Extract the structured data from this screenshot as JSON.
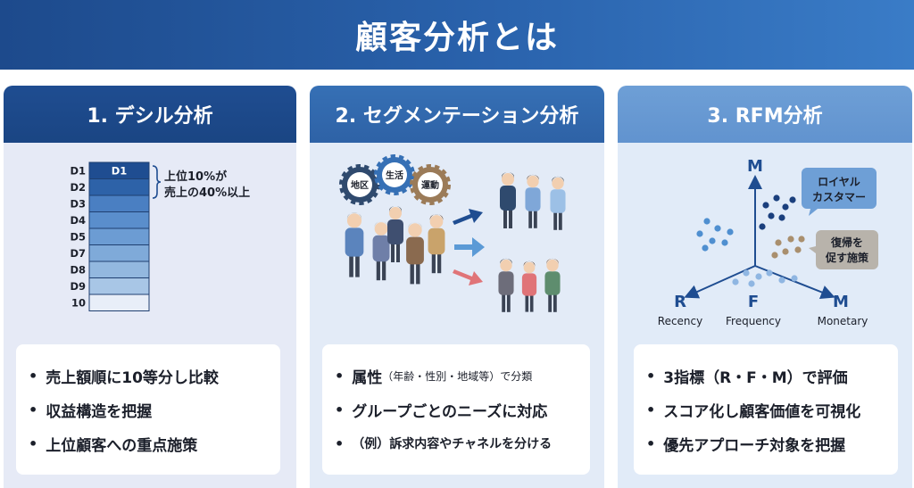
{
  "title": "顧客分析とは",
  "panel1": {
    "title": "1. デシル分析",
    "deciles": [
      "D1",
      "D2",
      "D3",
      "D4",
      "D5",
      "D7",
      "D8",
      "D9",
      "10"
    ],
    "bar_label": "D1",
    "callout_line1": "上位10%が",
    "callout_line2": "売上の40%以上",
    "bullets": [
      "売上額順に10等分し比較",
      "収益構造を把握",
      "上位顧客への重点施策"
    ]
  },
  "panel2": {
    "title": "2. セグメンテーション分析",
    "gears": [
      "地区",
      "生活",
      "運動"
    ],
    "bullet1_main": "属性",
    "bullet1_paren": "（年齢・性別・地域等）",
    "bullet1_tail": "で分類",
    "bullet2": "グループごとのニーズに対応",
    "bullet3": "（例）訴求内容やチャネルを分ける"
  },
  "panel3": {
    "title": "3. RFM分析",
    "axis_m": "M",
    "axis_r": "R",
    "axis_f": "F",
    "axis_m2": "M",
    "label_recency": "Recency",
    "label_frequency": "Frequency",
    "label_monetary": "Monetary",
    "loyal_line1": "ロイヤル",
    "loyal_line2": "カスタマー",
    "return_line1": "復帰を",
    "return_line2": "促す施策",
    "bullets": [
      "3指標（R・F・M）で評価",
      "スコア化し顧客価値を可視化",
      "優先アプローチ対象を把握"
    ]
  },
  "colors": {
    "navy": "#1f4d91",
    "blue": "#3670b5",
    "light_blue": "#6e9fd6",
    "arrow_navy": "#1f4d91",
    "arrow_blue": "#5b9ad6",
    "arrow_red": "#e07478",
    "dot_navy": "#1a3f7d",
    "dot_blue": "#4f8fd0",
    "dot_tan": "#a98f6e"
  }
}
